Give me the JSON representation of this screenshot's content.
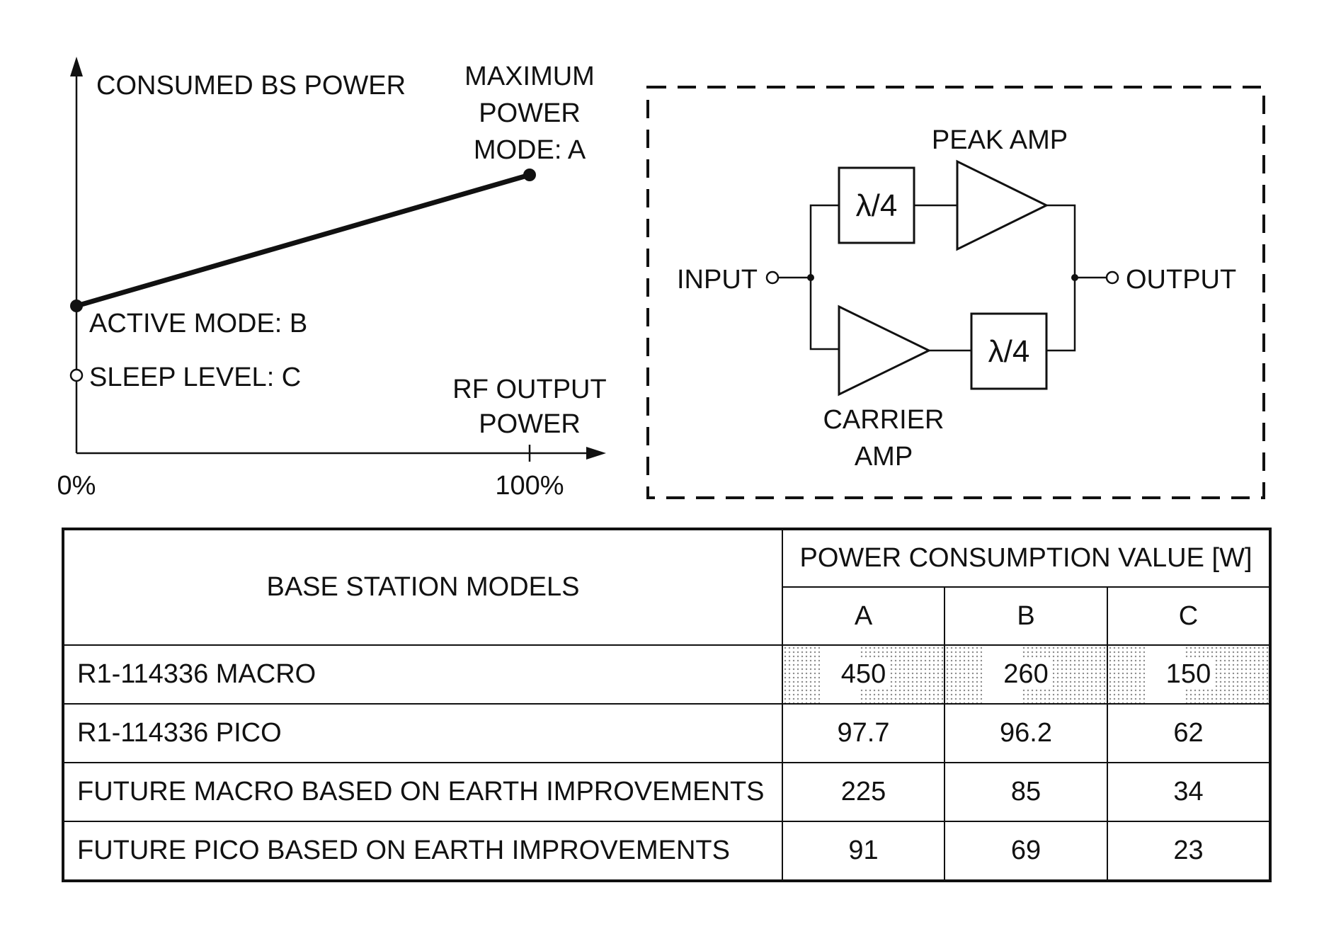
{
  "graph": {
    "y_axis_label": "CONSUMED BS POWER",
    "x_axis_label_line1": "RF OUTPUT",
    "x_axis_label_line2": "POWER",
    "x_tick_start": "0%",
    "x_tick_end": "100%",
    "point_a_line1": "MAXIMUM",
    "point_a_line2": "POWER",
    "point_a_line3": "MODE: A",
    "point_b_label": "ACTIVE MODE: B",
    "point_c_label": "SLEEP LEVEL: C"
  },
  "amplifier": {
    "peak_label": "PEAK AMP",
    "carrier_line1": "CARRIER",
    "carrier_line2": "AMP",
    "input_label": "INPUT",
    "output_label": "OUTPUT",
    "delay_top": "λ/4",
    "delay_bottom": "λ/4"
  },
  "table": {
    "models_header": "BASE STATION MODELS",
    "value_header": "POWER CONSUMPTION VALUE [W]",
    "col_a": "A",
    "col_b": "B",
    "col_c": "C",
    "rows": [
      {
        "model": "R1-114336 MACRO",
        "a": "450",
        "b": "260",
        "c": "150"
      },
      {
        "model": "R1-114336 PICO",
        "a": "97.7",
        "b": "96.2",
        "c": "62"
      },
      {
        "model": "FUTURE MACRO BASED ON EARTH IMPROVEMENTS",
        "a": "225",
        "b": "85",
        "c": "34"
      },
      {
        "model": "FUTURE PICO BASED ON EARTH IMPROVEMENTS",
        "a": "91",
        "b": "69",
        "c": "23"
      }
    ]
  },
  "colors": {
    "ink": "#111111",
    "background": "#ffffff",
    "stipple": "#8a8a8a"
  }
}
